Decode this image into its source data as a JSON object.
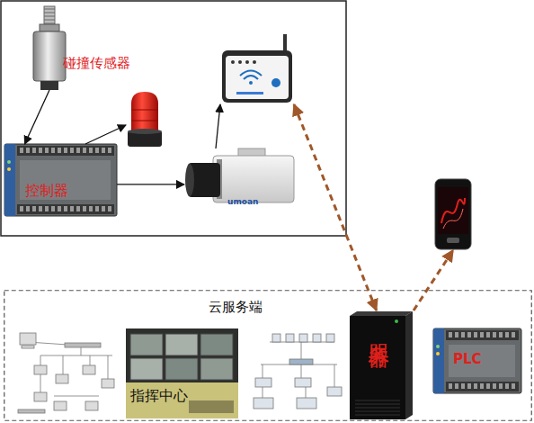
{
  "diagram": {
    "nodes": [
      {
        "text": [
          "碰撞传感器"
        ]
      },
      {
        "text": []
      },
      {
        "text": []
      },
      {
        "text": [
          "控制器"
        ]
      },
      {
        "text": [
          "umoan"
        ]
      },
      {
        "text": []
      },
      {
        "text": [
          "云服务端"
        ]
      },
      {
        "text": [
          "指挥中心"
        ],
        "in": 6
      },
      {
        "text": [
          "服务器"
        ],
        "in": 6
      },
      {
        "text": [
          "PLC"
        ],
        "in": 6
      }
    ],
    "edges": [
      {
        "from": 0,
        "to": 3,
        "arrow": "to"
      },
      {
        "from": 3,
        "to": 2,
        "arrow": "to"
      },
      {
        "from": 3,
        "to": 4,
        "arrow": "to"
      },
      {
        "from": 4,
        "to": 1,
        "arrow": "to"
      },
      {
        "from": 1,
        "to": 8,
        "arrow": "both"
      },
      {
        "from": 8,
        "to": 5,
        "arrow": "to"
      }
    ]
  }
}
